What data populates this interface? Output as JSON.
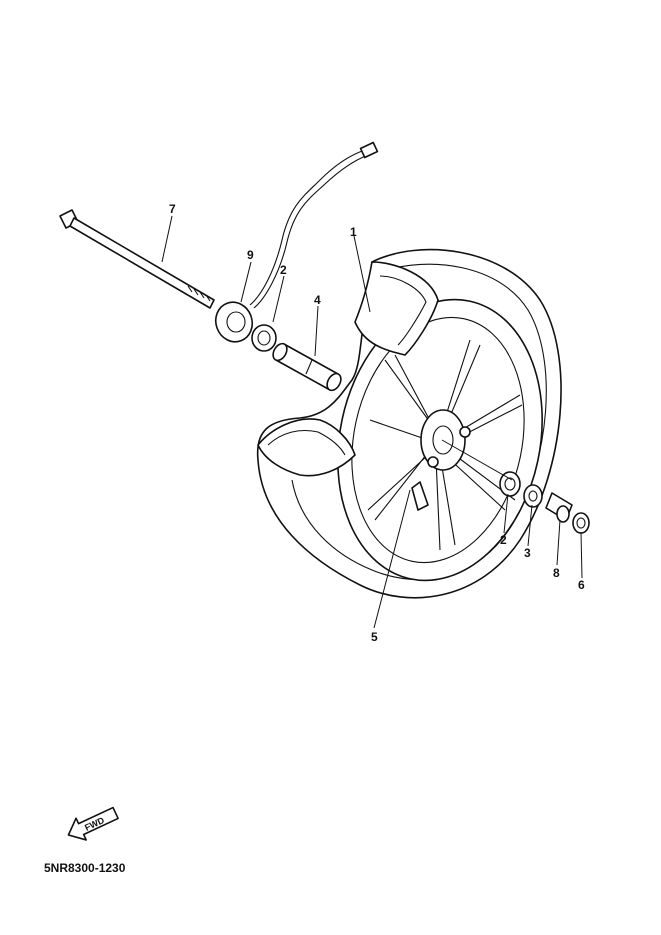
{
  "diagram": {
    "code": "5NR8300-1230",
    "fwd_label": "FWD",
    "callouts": {
      "c1": "1",
      "c2a": "2",
      "c2b": "2",
      "c3": "3",
      "c4": "4",
      "c5": "5",
      "c6": "6",
      "c7": "7",
      "c8": "8",
      "c9": "9"
    }
  }
}
